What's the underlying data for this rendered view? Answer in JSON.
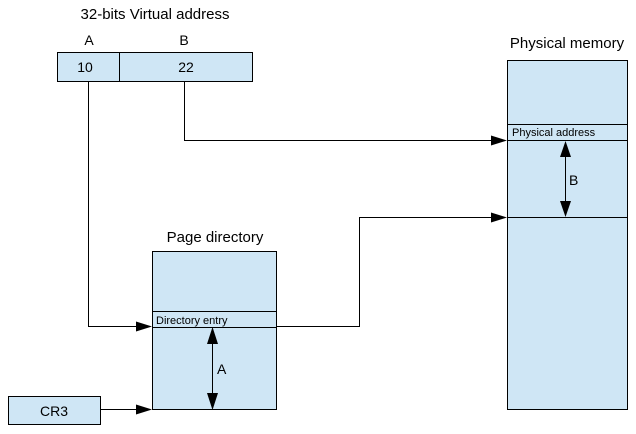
{
  "virtual_address": {
    "title": "32-bits Virtual address",
    "field_a": {
      "letter": "A",
      "value": "10"
    },
    "field_b": {
      "letter": "B",
      "value": "22"
    }
  },
  "page_directory": {
    "title": "Page directory",
    "entry_label": "Directory entry",
    "offset_label": "A"
  },
  "physical_memory": {
    "title": "Physical memory",
    "address_label": "Physical address",
    "offset_label": "B"
  },
  "cr3": {
    "label": "CR3"
  }
}
